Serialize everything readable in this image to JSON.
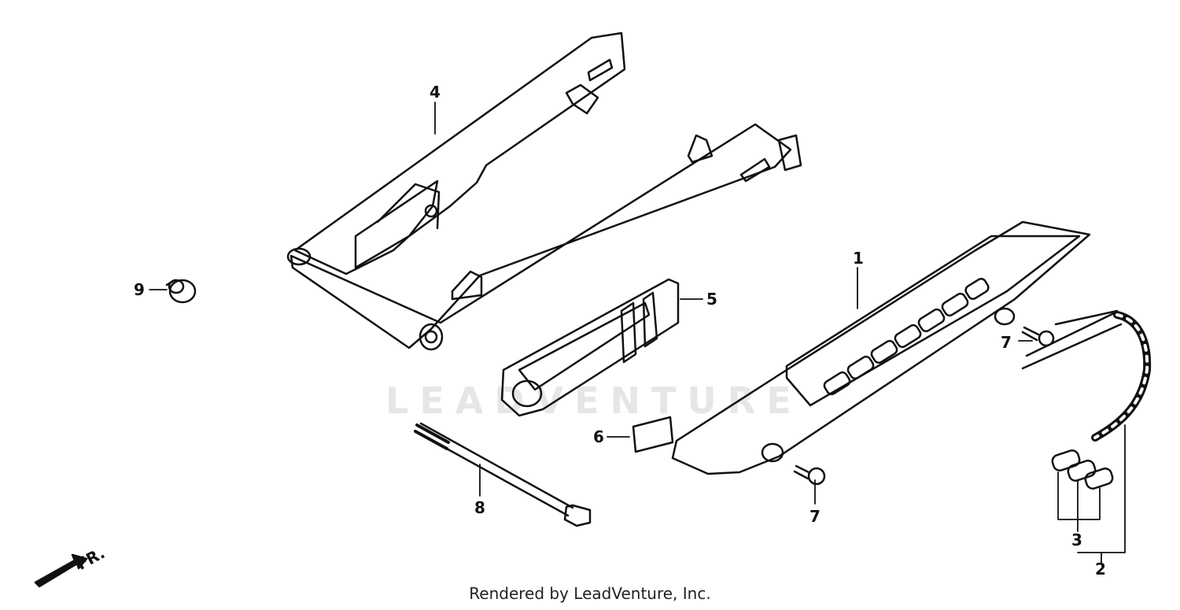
{
  "watermark": "LEADVENTURE",
  "front_indicator": "FR.",
  "footer": "Rendered by LeadVenture, Inc.",
  "callouts": {
    "c1": "1",
    "c2": "2",
    "c3": "3",
    "c4": "4",
    "c5": "5",
    "c6": "6",
    "c7a": "7",
    "c7b": "7",
    "c8": "8",
    "c9": "9"
  },
  "colors": {
    "line": "#111111",
    "background": "#ffffff",
    "watermark": "#e6e6e6"
  }
}
